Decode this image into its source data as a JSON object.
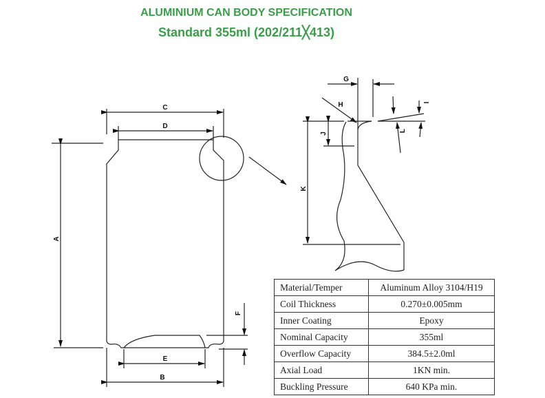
{
  "title": "ALUMINIUM CAN BODY SPECIFICATION",
  "subtitle": "Standard 355ml (202/211╳413)",
  "dimension_labels": {
    "A": "A",
    "B": "B",
    "C": "C",
    "D": "D",
    "E": "E",
    "F": "F",
    "G": "G",
    "H": "H",
    "I": "I",
    "J": "J",
    "K": "K",
    "L": "L"
  },
  "specs": [
    {
      "property": "Material/Temper",
      "value": "Aluminum Alloy 3104/H19"
    },
    {
      "property": "Coil Thickness",
      "value": "0.270±0.005mm"
    },
    {
      "property": "Inner Coating",
      "value": "Epoxy"
    },
    {
      "property": "Nominal Capacity",
      "value": "355ml"
    },
    {
      "property": "Overflow Capacity",
      "value": "384.5±2.0ml"
    },
    {
      "property": "Axial Load",
      "value": "1KN min."
    },
    {
      "property": "Buckling Pressure",
      "value": "640 KPa min."
    }
  ]
}
